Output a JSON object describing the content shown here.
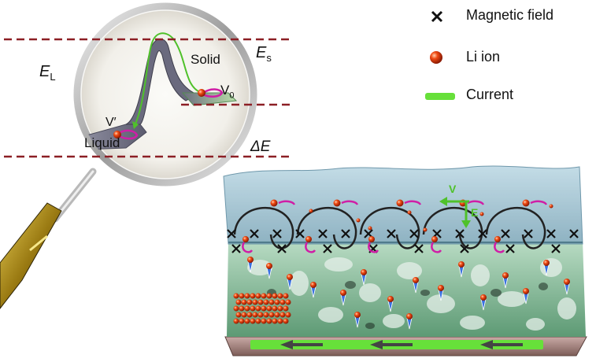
{
  "legend": {
    "magnetic_field": "Magnetic field",
    "li_ion": "Li ion",
    "current": "Current"
  },
  "energy_labels": {
    "e_l_main": "E",
    "e_l_sub": "L",
    "e_s_main": "E",
    "e_s_sub": "s",
    "delta_e": "ΔE"
  },
  "magnifier_labels": {
    "solid": "Solid",
    "liquid": "Liquid",
    "v_prime": "V′",
    "v0_main": "V",
    "v0_sub": "0"
  },
  "vector_labels": {
    "v": "V",
    "e": "E"
  },
  "colors": {
    "dash_line": "#8c1f25",
    "green_current": "#67e03a",
    "li_ion": "#e23a10",
    "glass_top": "#9ec4d6",
    "foam": "#6fae86",
    "magenta": "#d01ea6",
    "handle_gold": "#b18d17"
  }
}
